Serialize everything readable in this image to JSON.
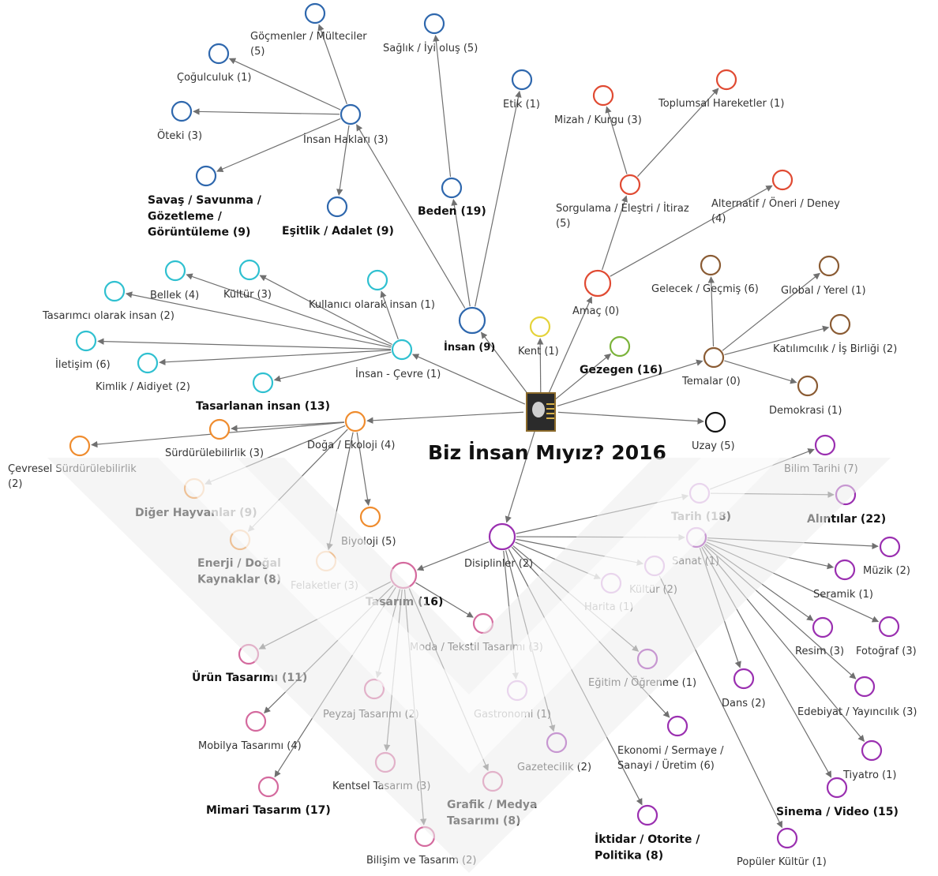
{
  "diagram": {
    "title": "Biz İnsan Mıyız? 2016",
    "colors": {
      "human": "#2e67ad",
      "purpose": "#e04a32",
      "city": "#e5d33a",
      "planet": "#7bb33a",
      "themes": "#8a5b33",
      "space": "#111111",
      "designed_human": "#2fc0d0",
      "nature": "#ef8c2e",
      "disciplines": "#9a2fb0",
      "design": "#d46a9e",
      "edge": "#707070"
    },
    "nodes": [
      {
        "id": "insan",
        "label": "İnsan (9)",
        "bold": true,
        "group": "human"
      },
      {
        "id": "insan_haklari",
        "label": "İnsan Hakları (3)",
        "group": "human"
      },
      {
        "id": "gocmenler",
        "label": [
          "Göçmenler / Mülteciler",
          "(5)"
        ],
        "group": "human"
      },
      {
        "id": "cogulculuk",
        "label": "Çoğulculuk (1)",
        "group": "human"
      },
      {
        "id": "oteki",
        "label": "Öteki (3)",
        "group": "human"
      },
      {
        "id": "savas",
        "label": [
          "Savaş / Savunma /",
          "Gözetleme /",
          "Görüntüleme (9)"
        ],
        "bold": true,
        "group": "human"
      },
      {
        "id": "esitlik",
        "label": "Eşitlik / Adalet (9)",
        "bold": true,
        "group": "human"
      },
      {
        "id": "saglik",
        "label": "Sağlık / İyi oluş (5)",
        "group": "human"
      },
      {
        "id": "beden",
        "label": "Beden (19)",
        "bold": true,
        "group": "human"
      },
      {
        "id": "etik",
        "label": "Etik (1)",
        "group": "human"
      },
      {
        "id": "amac",
        "label": "Amaç (0)",
        "group": "purpose"
      },
      {
        "id": "sorgulama",
        "label": [
          "Sorgulama / Eleştri / İtiraz",
          "(5)"
        ],
        "group": "purpose"
      },
      {
        "id": "mizah",
        "label": "Mizah / Kurgu (3)",
        "group": "purpose"
      },
      {
        "id": "toplumsal",
        "label": "Toplumsal Hareketler (1)",
        "group": "purpose"
      },
      {
        "id": "alternatif",
        "label": [
          "Alternatif / Öneri / Deney",
          "(4)"
        ],
        "group": "purpose"
      },
      {
        "id": "kent",
        "label": "Kent (1)",
        "group": "city"
      },
      {
        "id": "gezegen",
        "label": "Gezegen (16)",
        "bold": true,
        "group": "planet"
      },
      {
        "id": "temalar",
        "label": "Temalar (0)",
        "group": "themes"
      },
      {
        "id": "gelecek",
        "label": "Gelecek / Geçmiş (6)",
        "group": "themes"
      },
      {
        "id": "global",
        "label": "Global / Yerel (1)",
        "group": "themes"
      },
      {
        "id": "katilimcilik",
        "label": "Katılımcılık / İş Birliği (2)",
        "group": "themes"
      },
      {
        "id": "demokrasi",
        "label": "Demokrasi (1)",
        "group": "themes"
      },
      {
        "id": "uzay",
        "label": "Uzay (5)",
        "group": "space"
      },
      {
        "id": "insan_cevre",
        "label": "İnsan - Çevre (1)",
        "group": "designed_human"
      },
      {
        "id": "bellek",
        "label": "Bellek (4)",
        "group": "designed_human"
      },
      {
        "id": "kultur_c",
        "label": "Kültür (3)",
        "group": "designed_human"
      },
      {
        "id": "kullanici",
        "label": "Kullanıcı olarak insan (1)",
        "group": "designed_human"
      },
      {
        "id": "tasarimci",
        "label": "Tasarımcı olarak insan (2)",
        "group": "designed_human"
      },
      {
        "id": "iletisim",
        "label": "İletişim (6)",
        "group": "designed_human"
      },
      {
        "id": "kimlik",
        "label": "Kimlik / Aidiyet (2)",
        "group": "designed_human"
      },
      {
        "id": "tasarlanan",
        "label": "Tasarlanan insan (13)",
        "bold": true,
        "group": "designed_human"
      },
      {
        "id": "doga",
        "label": "Doğa / Ekoloji (4)",
        "group": "nature"
      },
      {
        "id": "surdurulebilirlik",
        "label": "Sürdürülebilirlik (3)",
        "group": "nature"
      },
      {
        "id": "cevresel",
        "label": [
          "Çevresel Sürdürülebilirlik",
          "(2)"
        ],
        "group": "nature"
      },
      {
        "id": "diger",
        "label": "Diğer Hayvanlar (9)",
        "bold": true,
        "group": "nature"
      },
      {
        "id": "enerji",
        "label": [
          "Enerji / Doğal",
          "Kaynaklar (8)"
        ],
        "bold": true,
        "group": "nature"
      },
      {
        "id": "felaketler",
        "label": "Felaketler (3)",
        "group": "nature"
      },
      {
        "id": "biyoloji",
        "label": "Biyoloji (5)",
        "group": "nature"
      },
      {
        "id": "disiplinler",
        "label": "Disiplinler (2)",
        "group": "disciplines"
      },
      {
        "id": "tarih",
        "label": "Tarih (18)",
        "bold": true,
        "group": "disciplines"
      },
      {
        "id": "bilim_tarihi",
        "label": "Bilim Tarihi (7)",
        "group": "disciplines"
      },
      {
        "id": "alintilar",
        "label": "Alıntılar (22)",
        "bold": true,
        "group": "disciplines"
      },
      {
        "id": "sanat",
        "label": "Sanat (1)",
        "group": "disciplines"
      },
      {
        "id": "muzik",
        "label": "Müzik (2)",
        "group": "disciplines"
      },
      {
        "id": "seramik",
        "label": "Seramik (1)",
        "group": "disciplines"
      },
      {
        "id": "fotograf",
        "label": "Fotoğraf (3)",
        "group": "disciplines"
      },
      {
        "id": "resim",
        "label": "Resim (3)",
        "group": "disciplines"
      },
      {
        "id": "dans",
        "label": "Dans (2)",
        "group": "disciplines"
      },
      {
        "id": "edebiyat",
        "label": "Edebiyat / Yayıncılık (3)",
        "group": "disciplines"
      },
      {
        "id": "tiyatro",
        "label": "Tiyatro (1)",
        "group": "disciplines"
      },
      {
        "id": "sinema",
        "label": "Sinema / Video (15)",
        "bold": true,
        "group": "disciplines"
      },
      {
        "id": "kultur_d",
        "label": "Kültür (2)",
        "group": "disciplines"
      },
      {
        "id": "populer",
        "label": "Popüler Kültür (1)",
        "group": "disciplines"
      },
      {
        "id": "harita",
        "label": "Harita (1)",
        "group": "disciplines"
      },
      {
        "id": "egitim",
        "label": "Eğitim / Öğrenme (1)",
        "group": "disciplines"
      },
      {
        "id": "ekonomi",
        "label": [
          "Ekonomi / Sermaye /",
          "Sanayi / Üretim (6)"
        ],
        "group": "disciplines"
      },
      {
        "id": "gastronomi",
        "label": "Gastronomi (1)",
        "group": "disciplines"
      },
      {
        "id": "gazetecilik",
        "label": "Gazetecilik (2)",
        "group": "disciplines"
      },
      {
        "id": "iktidar",
        "label": [
          "İktidar / Otorite /",
          "Politika (8)"
        ],
        "bold": true,
        "group": "disciplines"
      },
      {
        "id": "tasarim",
        "label": "Tasarım (16)",
        "bold": true,
        "group": "design"
      },
      {
        "id": "urun",
        "label": "Ürün Tasarımı (11)",
        "bold": true,
        "group": "design"
      },
      {
        "id": "moda",
        "label": "Moda / Tekstil Tasarımı (3)",
        "group": "design"
      },
      {
        "id": "mobilya",
        "label": "Mobilya Tasarımı (4)",
        "group": "design"
      },
      {
        "id": "mimari",
        "label": "Mimari Tasarım (17)",
        "bold": true,
        "group": "design"
      },
      {
        "id": "peyzaj",
        "label": "Peyzaj Tasarımı (2)",
        "group": "design"
      },
      {
        "id": "kentsel",
        "label": "Kentsel Tasarım (3)",
        "group": "design"
      },
      {
        "id": "bilisim",
        "label": "Bilişim ve Tasarım (2)",
        "group": "design"
      },
      {
        "id": "grafik",
        "label": [
          "Grafik / Medya",
          "Tasarımı (8)"
        ],
        "bold": true,
        "group": "design"
      }
    ],
    "edges": [
      [
        "center",
        "insan"
      ],
      [
        "center",
        "kent"
      ],
      [
        "center",
        "amac"
      ],
      [
        "center",
        "gezegen"
      ],
      [
        "center",
        "temalar"
      ],
      [
        "center",
        "uzay"
      ],
      [
        "center",
        "disiplinler"
      ],
      [
        "center",
        "doga"
      ],
      [
        "center",
        "insan_cevre"
      ],
      [
        "insan",
        "insan_haklari"
      ],
      [
        "insan",
        "beden"
      ],
      [
        "insan",
        "etik"
      ],
      [
        "insan_haklari",
        "gocmenler"
      ],
      [
        "insan_haklari",
        "cogulculuk"
      ],
      [
        "insan_haklari",
        "oteki"
      ],
      [
        "insan_haklari",
        "savas"
      ],
      [
        "insan_haklari",
        "esitlik"
      ],
      [
        "beden",
        "saglik"
      ],
      [
        "amac",
        "sorgulama"
      ],
      [
        "amac",
        "alternatif"
      ],
      [
        "sorgulama",
        "mizah"
      ],
      [
        "sorgulama",
        "toplumsal"
      ],
      [
        "temalar",
        "gelecek"
      ],
      [
        "temalar",
        "global"
      ],
      [
        "temalar",
        "katilimcilik"
      ],
      [
        "temalar",
        "demokrasi"
      ],
      [
        "insan_cevre",
        "bellek"
      ],
      [
        "insan_cevre",
        "kultur_c"
      ],
      [
        "insan_cevre",
        "kullanici"
      ],
      [
        "insan_cevre",
        "tasarimci"
      ],
      [
        "insan_cevre",
        "iletisim"
      ],
      [
        "insan_cevre",
        "kimlik"
      ],
      [
        "insan_cevre",
        "tasarlanan"
      ],
      [
        "doga",
        "surdurulebilirlik"
      ],
      [
        "doga",
        "cevresel"
      ],
      [
        "doga",
        "diger"
      ],
      [
        "doga",
        "enerji"
      ],
      [
        "doga",
        "felaketler"
      ],
      [
        "doga",
        "biyoloji"
      ],
      [
        "disiplinler",
        "tarih"
      ],
      [
        "disiplinler",
        "sanat"
      ],
      [
        "disiplinler",
        "tasarim"
      ],
      [
        "disiplinler",
        "kultur_d"
      ],
      [
        "disiplinler",
        "harita"
      ],
      [
        "disiplinler",
        "egitim"
      ],
      [
        "disiplinler",
        "ekonomi"
      ],
      [
        "disiplinler",
        "gastronomi"
      ],
      [
        "disiplinler",
        "gazetecilik"
      ],
      [
        "disiplinler",
        "iktidar"
      ],
      [
        "tarih",
        "bilim_tarihi"
      ],
      [
        "tarih",
        "alintilar"
      ],
      [
        "sanat",
        "muzik"
      ],
      [
        "sanat",
        "seramik"
      ],
      [
        "sanat",
        "fotograf"
      ],
      [
        "sanat",
        "resim"
      ],
      [
        "sanat",
        "dans"
      ],
      [
        "sanat",
        "edebiyat"
      ],
      [
        "sanat",
        "tiyatro"
      ],
      [
        "sanat",
        "sinema"
      ],
      [
        "kultur_d",
        "populer"
      ],
      [
        "tasarim",
        "urun"
      ],
      [
        "tasarim",
        "moda"
      ],
      [
        "tasarim",
        "mobilya"
      ],
      [
        "tasarim",
        "mimari"
      ],
      [
        "tasarim",
        "peyzaj"
      ],
      [
        "tasarim",
        "kentsel"
      ],
      [
        "tasarim",
        "bilisim"
      ],
      [
        "tasarim",
        "grafik"
      ]
    ]
  }
}
